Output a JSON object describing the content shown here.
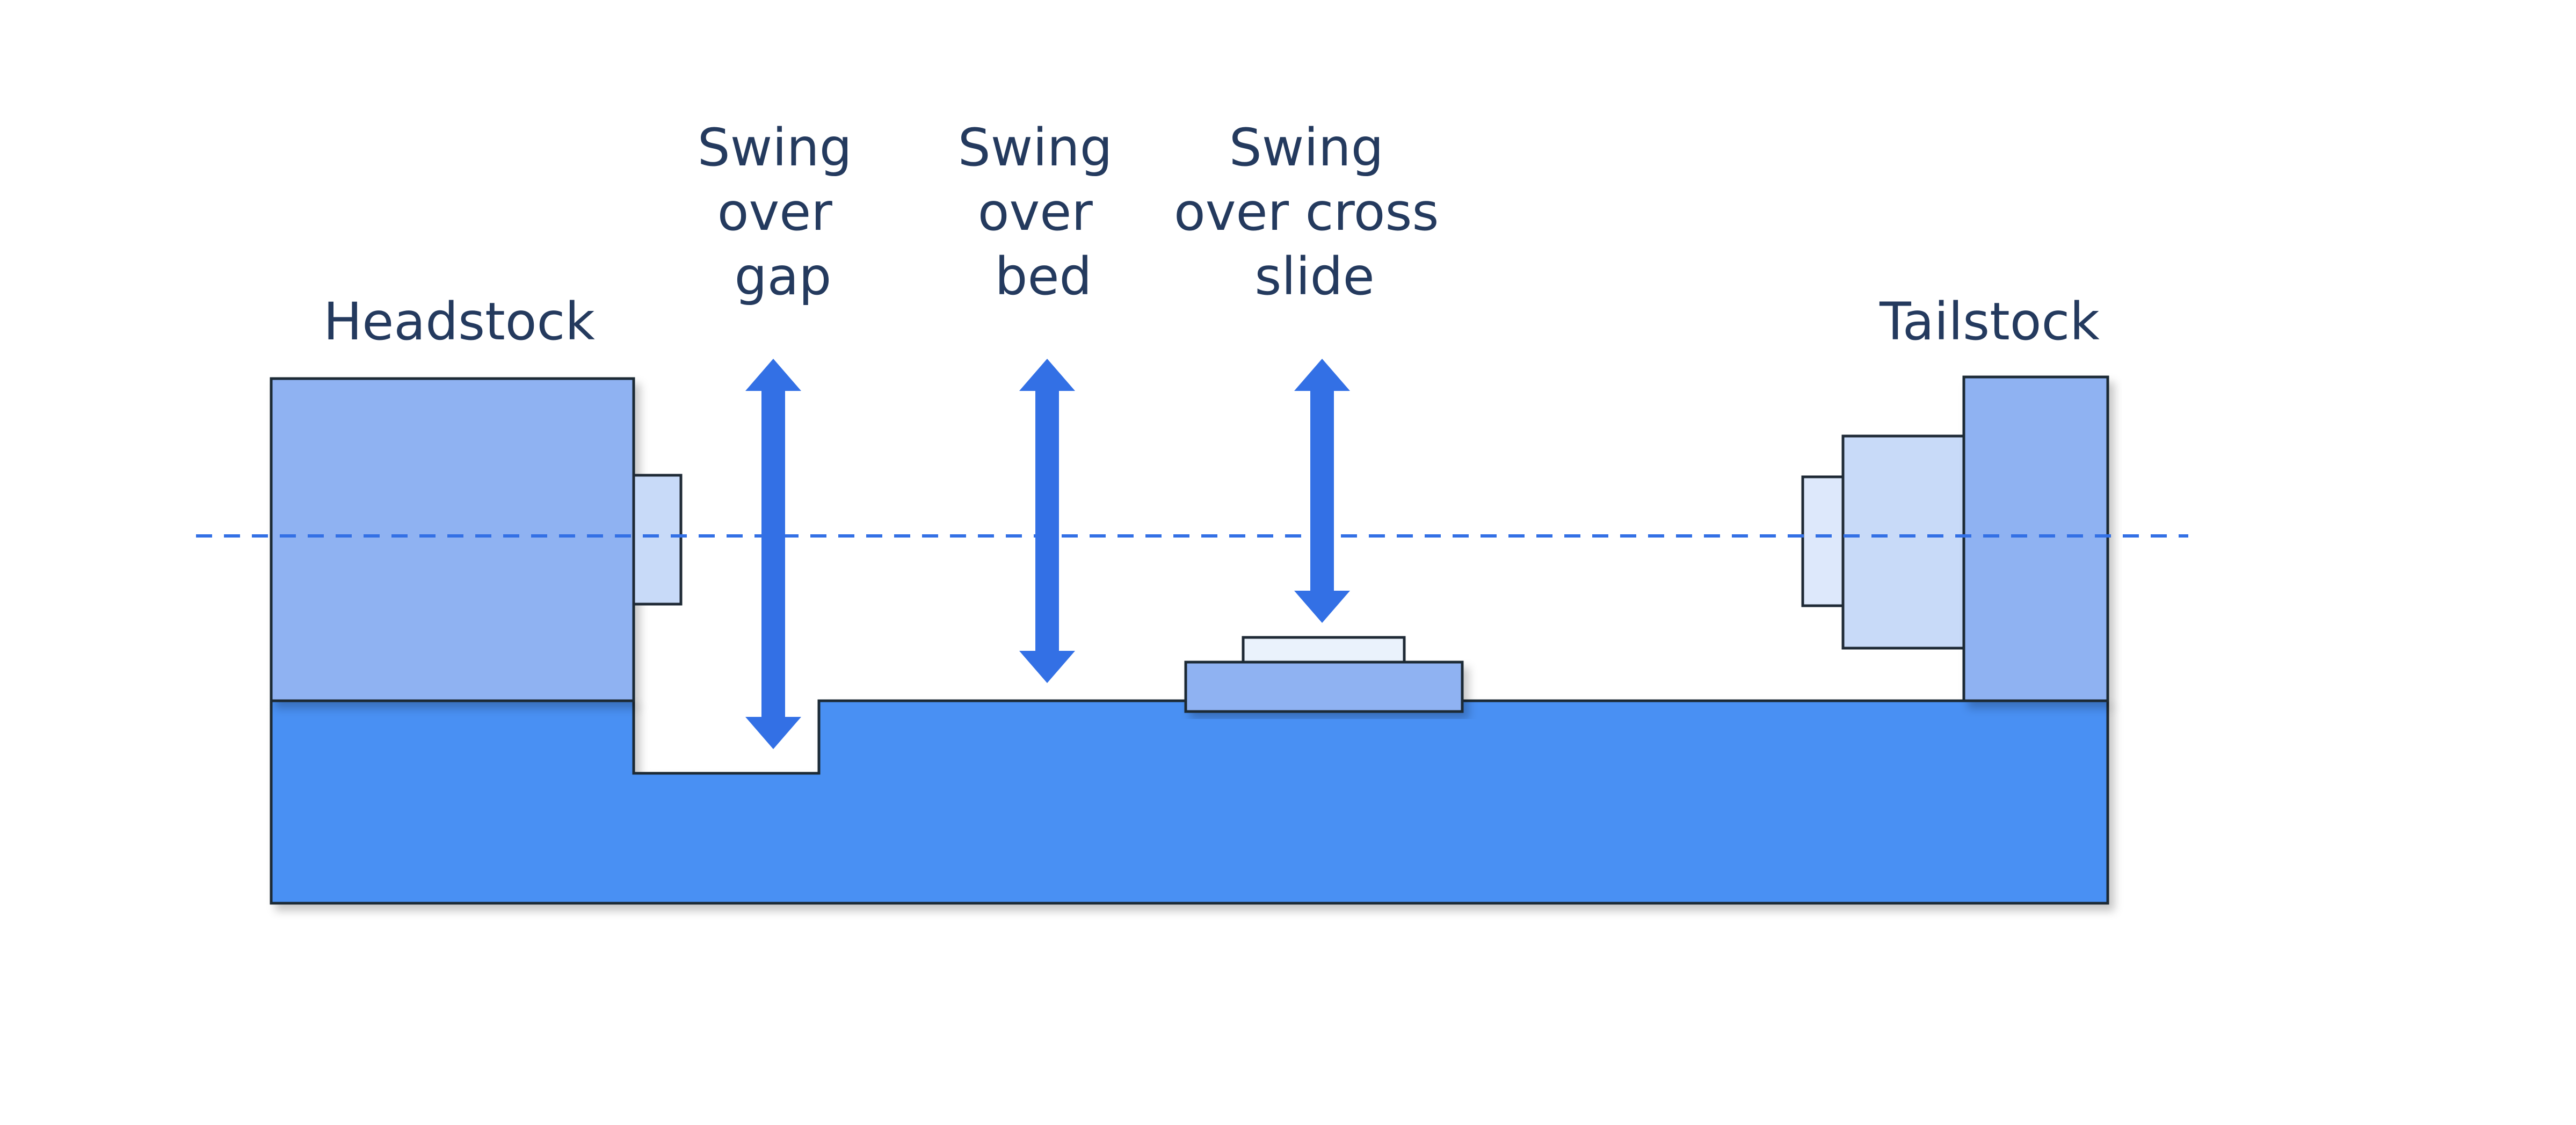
{
  "labels": {
    "headstock": "Headstock",
    "tailstock": "Tailstock",
    "swing_gap": [
      "Swing",
      "over",
      "gap"
    ],
    "swing_bed": [
      "Swing",
      "over",
      "bed"
    ],
    "swing_cross_slide": [
      "Swing",
      "over cross",
      "slide"
    ]
  },
  "colors": {
    "bed": "#4a90f3",
    "headstock": "#8fb2f2",
    "spindle": "#c8daf8",
    "tailstock_body": "#8fb2f2",
    "tailstock_quill": "#c8daf8",
    "tailstock_tip": "#dde8fb",
    "cross_slide": "#8fb2f2",
    "tool_post": "#eaf2fc",
    "arrow": "#3370e5",
    "center_line": "#3370e5",
    "outline": "#1f2a36",
    "text": "#243a5e"
  },
  "icons": [
    "double-arrow-icon",
    "double-arrow-icon",
    "double-arrow-icon"
  ]
}
